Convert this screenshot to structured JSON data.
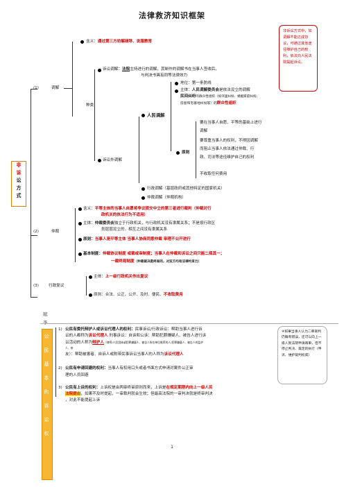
{
  "title": "法律救济知识框架",
  "fs": {
    "line1": "非",
    "line2": "诉",
    "line3": "讼",
    "line4": "方",
    "line5": "式"
  },
  "s1": {
    "num": "(1)",
    "label": "调解",
    "hanyi_k": "含义：",
    "hanyi_v": "通过第三方劝解疏导、说服教育",
    "zhonglei": "种类",
    "susong_k": "诉讼调解：",
    "susong_v1": "法院",
    "susong_v2": "主持进行的调解，其制作的调解书在当事人签收后，",
    "susong_v3": "与判决书具有同等法律效力",
    "renmin": "人民调解",
    "diwei": "地位：第一条防线",
    "zhuti_k": "主体：",
    "zhuti_v1": "人民调解委员会",
    "zhuti_v2": "是依法设立的调解",
    "zhuti_v3": "民间纠纷",
    "zhuti_v4": "的群众性组织（如邻里纠纷、婚姻家庭纠纷、",
    "zhuti_v5": "房屋和宅基地纠纷等）的",
    "zhuti_v6": "群众性组织",
    "yuanze": "原则",
    "yz1": "要在当事人自愿、平等的基础上进行",
    "yz2": "调解",
    "yz3": "要尊重当事人的权利，不得因调解",
    "yz4": "而阻止当事人依法通过仲裁、行",
    "yz5": "政、司法等途径维护自己的权利",
    "yz6": "不收取任何费用",
    "susongwai": "诉讼外调解",
    "xingzheng": "行政调解（基层政府或其他特定的国家机关）",
    "zhongcai_tj": "仲裁调解（仲裁机构）"
  },
  "note_box": "非诉讼方式中，如调解不能达成协议，可通过其他途径维护自己的权利，依法向人民法院提起诉讼。",
  "s2": {
    "num": "(2)",
    "label": "仲裁",
    "hanyi_k": "含义：",
    "hanyi_v": "平等主体的当事人自愿将争议提交中立的第三者进行裁判（仲裁对行",
    "hanyi_v2": "政机关的执法行为不适用）",
    "zhuti_k": "主体：",
    "zhuti_v1": "仲裁委员会",
    "zhuti_v2": "独立于行政机关，与行政机关没有隶属关系；不是按行政区",
    "zhuti_v3": "划层层设立的，相互之间没有隶属关系",
    "yuanze_k": "原则：",
    "yuanze_v": "当事人是平等主体    当事人协商同意仲裁    审理不公开进行",
    "zhidu_k": "基本制度：",
    "zhidu_v": "仲裁协议制度    或裁或审制度；当事人在仲裁和诉讼之间只能二择其一；",
    "zhidu_v2": "一裁终局制度",
    "zhidu_v3": "（仲裁裁决是终局的，对双方均有法律约束力）"
  },
  "s3": {
    "num": "(3)",
    "label": "行政复议",
    "zhuti_k": "主体：",
    "zhuti_v": "上一级行政机关作出复议",
    "yuanze_k": "原则：",
    "yuanze_v": "合法、公正、公开、及时、便民、",
    "yuanze_v2": "不收取费用"
  },
  "right": {
    "v1": "赋",
    "v2": "予",
    "v3": "公",
    "v4": "民",
    "v5": "基",
    "v6": "本",
    "v7": "的",
    "v8": "诉",
    "v9": "讼",
    "v10": "权",
    "r1_num": "1)",
    "r1_a": "公民有委托辩护人或诉讼代理人的权利：",
    "r1_b": "民事诉讼/行政诉讼：帮助当事人进行诉",
    "r1_c": "讼的人都称为",
    "r1_d": "诉讼代理人",
    "r1_e": "刑事诉讼：自诉和公诉：帮助犯罪嫌疑人、被告人进行诉",
    "r1_f": "讼活动的人称为",
    "r1_g": "辩护人",
    "r1_h": "（律师/人民团体或犯罪嫌疑人、被告人所在单位推荐的人/犯罪嫌疑人、被告人的监护",
    "r1_i": "人、亲",
    "r1_j": "友）：帮助被害者、自诉人或附带民事诉讼当事人的人称为",
    "r1_k": "诉讼代理人",
    "r2_num": "2)",
    "r2_a": "公民有申请回避的权利：",
    "r2_b": "当事人有权用口头或者书面方式申请对案件公正审",
    "r2_c": "理的人员回避",
    "r3_num": "3)",
    "r3_a": "公民有上诉的权利：",
    "r3_b": "上诉权是由两审终审原则而来，上诉是",
    "r3_c": "在规定期限内向上一级人民",
    "r3_d": "法院提出",
    "r3_e": "，如果不及时提起，一审裁判就会生效；但最高法院的一审判决就是终审判决",
    "r3_f": "，对此不能提起上诉"
  },
  "note2": "④如果当事人认为二审裁判仍确有错误，还可以向上一级人民法院申请再审，但不停止判决、裁定的执行（申诉、维护裁判权威）",
  "page_num": "1",
  "colors": {
    "red": "#d40000",
    "orange": "#f7b733",
    "note_border": "#c00"
  }
}
